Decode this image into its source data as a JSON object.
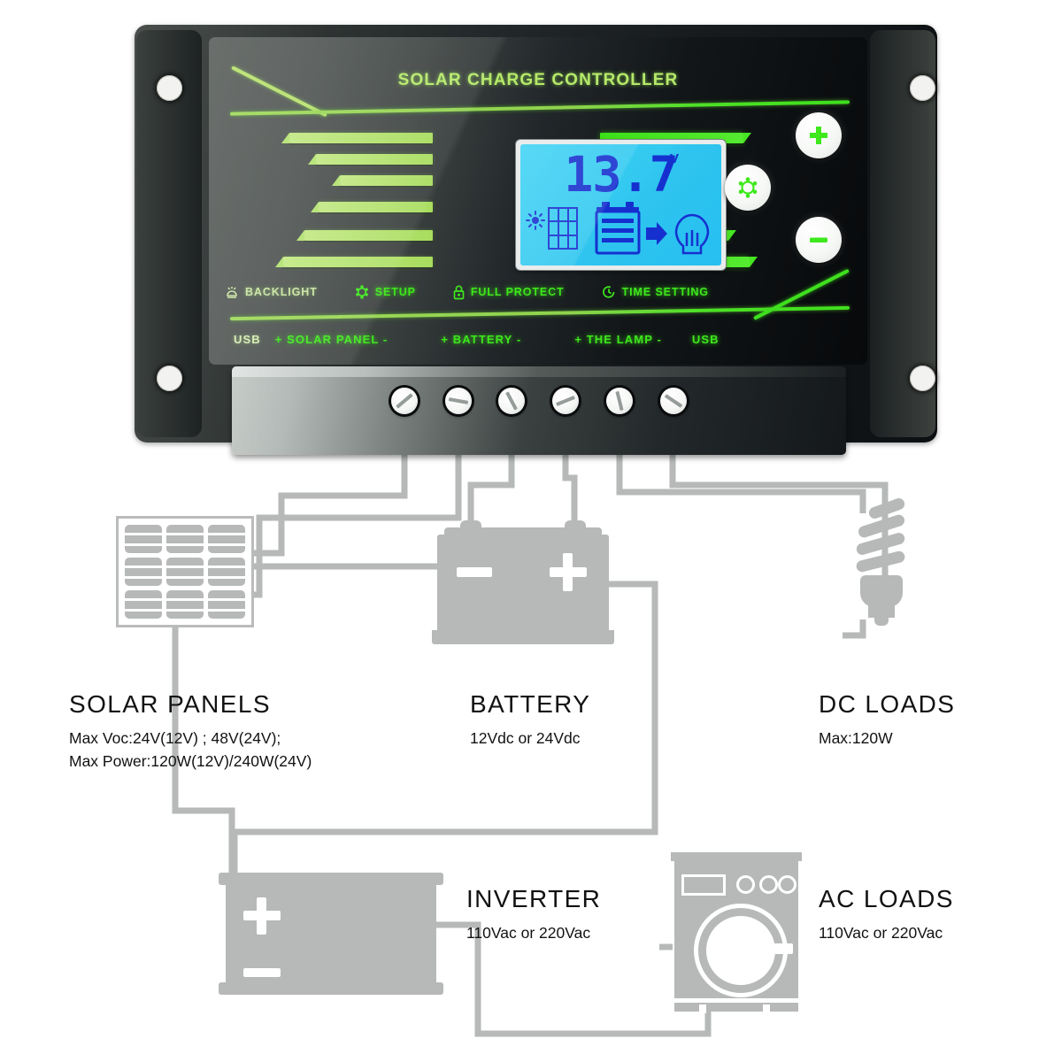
{
  "device": {
    "title": "SOLAR CHARGE CONTROLLER",
    "display": {
      "value": "13.7",
      "unit": "V",
      "icons": [
        "solar-panel-icon",
        "battery-icon",
        "arrow-icon",
        "lamp-icon"
      ]
    },
    "buttons": [
      {
        "name": "plus-button",
        "glyph": "+"
      },
      {
        "name": "menu-button",
        "glyph": "⚙"
      },
      {
        "name": "minus-button",
        "glyph": "−"
      }
    ],
    "features": [
      {
        "label": "BACKLIGHT",
        "icon": "backlight-icon"
      },
      {
        "label": "SETUP",
        "icon": "gear-icon"
      },
      {
        "label": "FULL PROTECT",
        "icon": "lock-icon"
      },
      {
        "label": "TIME SETTING",
        "icon": "clock-icon"
      }
    ],
    "terminals": [
      {
        "label": "USB"
      },
      {
        "label": "+ SOLAR PANEL -"
      },
      {
        "label": "+ BATTERY -"
      },
      {
        "label": "+ THE LAMP -"
      },
      {
        "label": "USB"
      }
    ],
    "screw_count": 6
  },
  "diagram": {
    "solar_panels": {
      "title": "SOLAR  PANELS",
      "line1": "Max  Voc:24V(12V) ; 48V(24V);",
      "line2": "Max  Power:120W(12V)/240W(24V)"
    },
    "battery": {
      "title": "BATTERY",
      "line1": "12Vdc  or  24Vdc",
      "plus": "+",
      "minus": "−"
    },
    "dc_loads": {
      "title": "DC LOADS",
      "line1": "Max:120W"
    },
    "inverter": {
      "title": "INVERTER",
      "line1": "110Vac  or  220Vac",
      "plus": "+",
      "minus": "−"
    },
    "ac_loads": {
      "title": "AC LOADS",
      "line1": "110Vac  or  220Vac"
    }
  },
  "colors": {
    "green_bright": "#3ee81c",
    "green_dim": "#b6e86a",
    "lcd_blue": "#33c9f0",
    "lcd_digit": "#1630cf",
    "wire_gray": "#b6b9b8",
    "body_dark": "#1a1e20"
  }
}
